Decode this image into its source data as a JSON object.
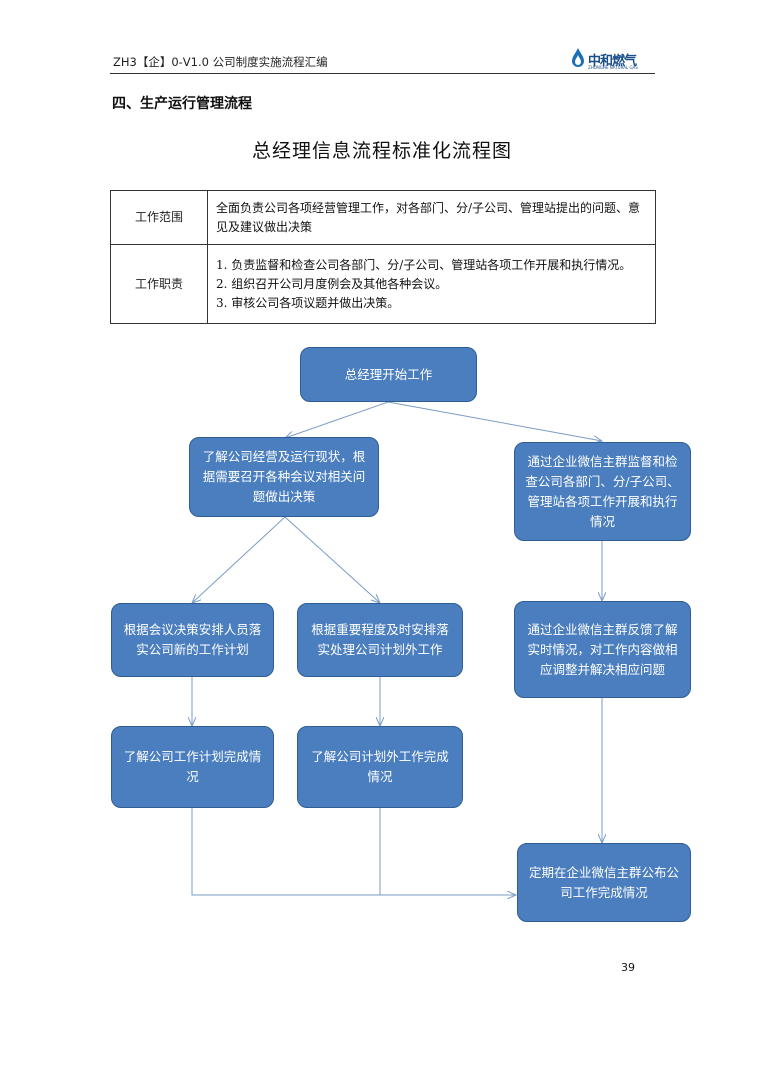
{
  "header": {
    "doc_code": "ZH3【企】0-V1.0 公司制度实施流程汇编",
    "logo_text": "中和燃气",
    "logo_subtext": "ZHONGHE NATURAL GAS"
  },
  "section_title": "四、生产运行管理流程",
  "main_title": "总经理信息流程标准化流程图",
  "info_table": {
    "rows": [
      {
        "label": "工作范围",
        "content": "全面负责公司各项经营管理工作，对各部门、分/子公司、管理站提出的问题、意见及建议做出决策"
      },
      {
        "label": "工作职责",
        "content_lines": [
          "1. 负责监督和检查公司各部门、分/子公司、管理站各项工作开展和执行情况。",
          "2. 组织召开公司月度例会及其他各种会议。",
          "3. 审核公司各项议题并做出决策。"
        ]
      }
    ]
  },
  "flow": {
    "start": "总经理开始工作",
    "left_top": "了解公司经营及运行现状，根据需要召开各种会议对相关问题做出决策",
    "right_top": "通过企业微信主群监督和检查公司各部门、分/子公司、管理站各项工作开展和执行情况",
    "left_a": "根据会议决策安排人员落实公司新的工作计划",
    "left_b": "根据重要程度及时安排落实处理公司计划外工作",
    "right_mid": "通过企业微信主群反馈了解实时情况，对工作内容做相应调整并解决相应问题",
    "left_a2": "了解公司工作计划完成情况",
    "left_b2": "了解公司计划外工作完成情况",
    "final": "定期在企业微信主群公布公司工作完成情况"
  },
  "colors": {
    "box_fill": "#4a7ebf",
    "box_border": "#2f5d94",
    "arrow": "#7a9cc6"
  },
  "page_number": "39"
}
